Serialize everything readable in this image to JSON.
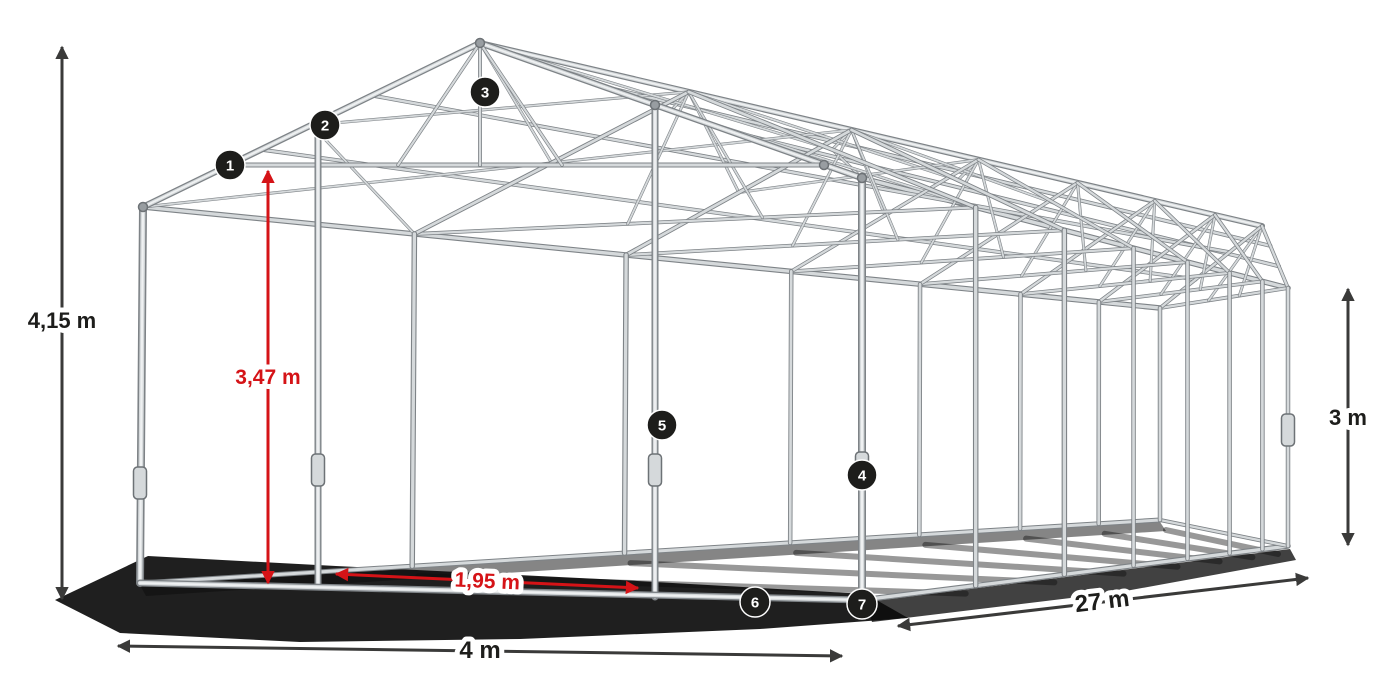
{
  "diagram": {
    "dimensions": {
      "total_height": "4,15 m",
      "clear_height": "3,47 m",
      "side_height": "3 m",
      "width": "4 m",
      "length": "27 m",
      "bay_spacing": "1,95 m"
    },
    "markers": [
      "1",
      "2",
      "3",
      "4",
      "5",
      "6",
      "7"
    ],
    "colors": {
      "background": "#ffffff",
      "frame_dark": "#7e8387",
      "frame_light": "#d5d9db",
      "frame_highlight": "#eff1f2",
      "joint": "#989da1",
      "joint_edge": "#6d7276",
      "dimension_arrow": "#3a3a39",
      "dimension_red": "#d51317",
      "badge_background": "#1d1d1b",
      "badge_text": "#ffffff",
      "shadow": "#0c0c0c"
    }
  }
}
